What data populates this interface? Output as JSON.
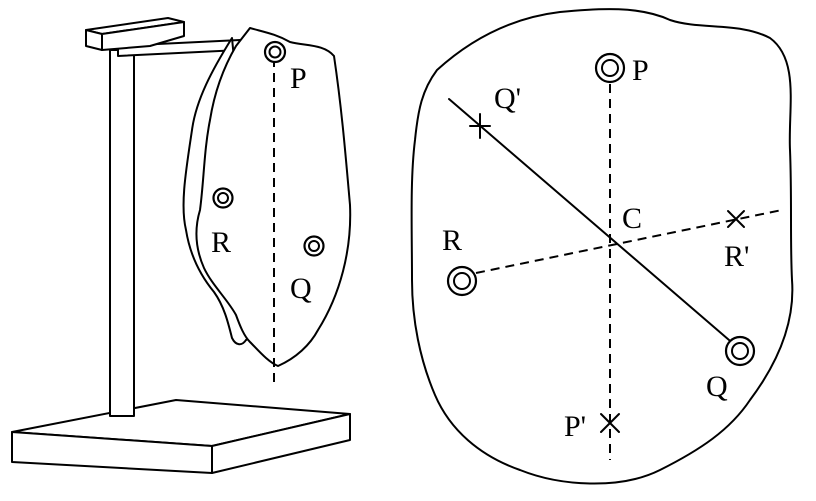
{
  "left_figure": {
    "labels": {
      "P": "P",
      "R": "R",
      "Q": "Q"
    }
  },
  "right_figure": {
    "labels": {
      "P": "P",
      "Q_prime": "Q'",
      "C": "C",
      "R": "R",
      "R_prime": "R'",
      "Q": "Q",
      "P_prime": "P'"
    }
  }
}
